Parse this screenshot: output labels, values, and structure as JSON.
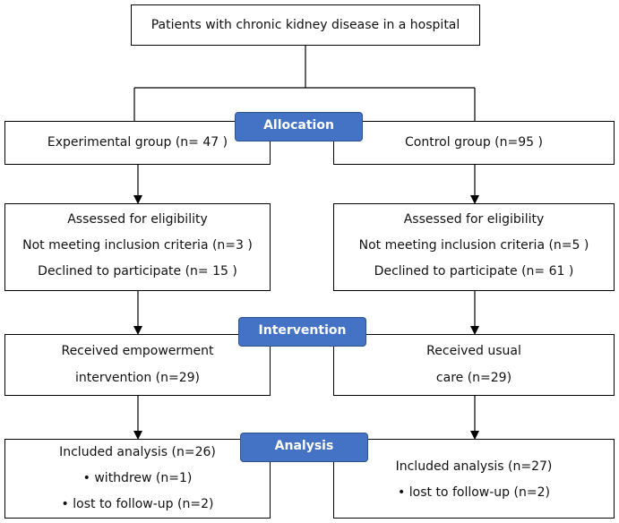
{
  "top_box": {
    "text": "Patients with chronic kidney disease in a hospital"
  },
  "badges": {
    "allocation": "Allocation",
    "intervention": "Intervention",
    "analysis": "Analysis"
  },
  "experimental": {
    "group": "Experimental group (n= 47 )",
    "eligibility": [
      "Assessed for eligibility",
      "Not meeting inclusion criteria (n=3 )",
      "Declined to participate (n= 15 )"
    ],
    "intervention": [
      "Received empowerment",
      "intervention (n=29)"
    ],
    "analysis": [
      "Included analysis (n=26)",
      "• withdrew (n=1)",
      "• lost to follow-up (n=2)"
    ]
  },
  "control": {
    "group": "Control group (n=95 )",
    "eligibility": [
      "Assessed for eligibility",
      "Not meeting inclusion criteria (n=5 )",
      "Declined to participate (n= 61 )"
    ],
    "intervention": [
      "Received usual",
      "care (n=29)"
    ],
    "analysis": [
      "Included analysis (n=27)",
      "• lost to follow-up (n=2)"
    ]
  }
}
